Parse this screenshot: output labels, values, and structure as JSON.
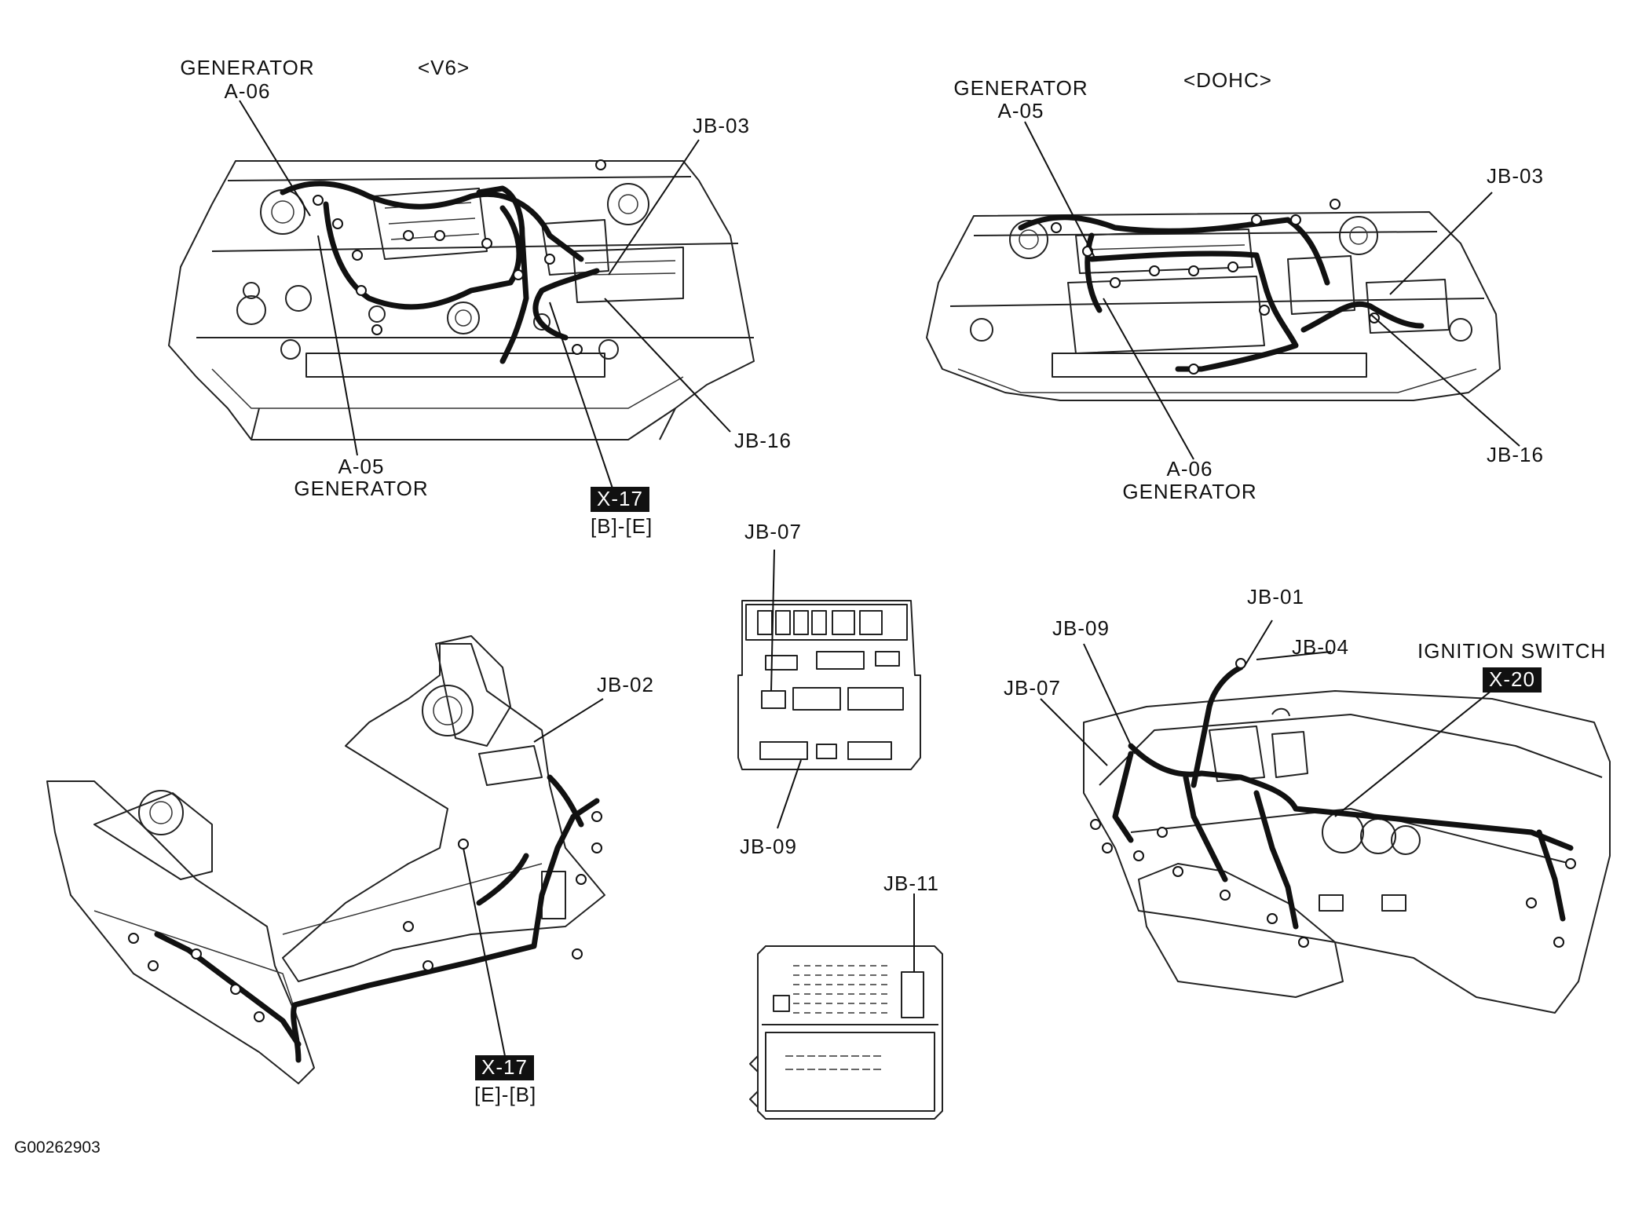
{
  "labels": {
    "v6_title": "<V6>",
    "v6_generator_top_name": "GENERATOR",
    "v6_generator_top_code": "A-06",
    "v6_jb03": "JB-03",
    "v6_jb16": "JB-16",
    "v6_a05_code": "A-05",
    "v6_a05_name": "GENERATOR",
    "x17_top_tag": "X-17",
    "x17_top_range": "[B]-[E]",
    "dohc_title": "<DOHC>",
    "dohc_generator_top_name": "GENERATOR",
    "dohc_generator_top_code": "A-05",
    "dohc_jb03": "JB-03",
    "dohc_jb16": "JB-16",
    "dohc_a06_code": "A-06",
    "dohc_a06_name": "GENERATOR",
    "jb07_center": "JB-07",
    "jb09_center": "JB-09",
    "jb11": "JB-11",
    "jb02": "JB-02",
    "x17_bottom_tag": "X-17",
    "x17_bottom_range": "[E]-[B]",
    "dash_jb01": "JB-01",
    "dash_jb04": "JB-04",
    "dash_jb09": "JB-09",
    "dash_jb07": "JB-07",
    "ignition_switch": "IGNITION SWITCH",
    "x20_tag": "X-20",
    "figure_id": "G00262903"
  }
}
